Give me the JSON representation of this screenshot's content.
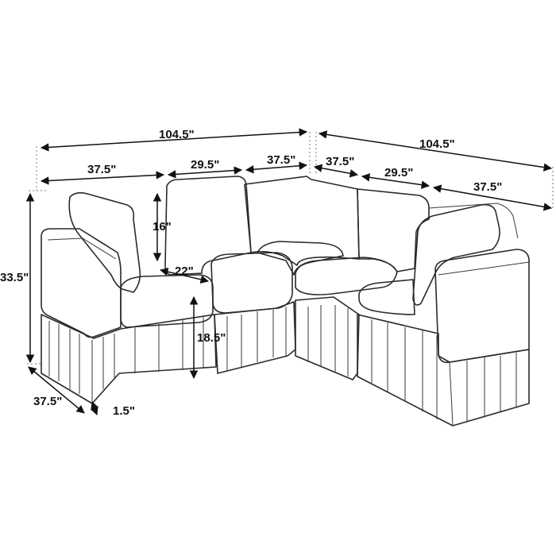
{
  "dimensions": {
    "overall_width_left": "104.5\"",
    "overall_width_right": "104.5\"",
    "module_left_1": "37.5\"",
    "module_left_2": "29.5\"",
    "module_left_3": "37.5\"",
    "module_right_1": "37.5\"",
    "module_right_2": "29.5\"",
    "module_right_3": "37.5\"",
    "back_height": "16\"",
    "seat_depth": "22\"",
    "total_height": "33.5\"",
    "seat_height": "18.5\"",
    "module_depth": "37.5\"",
    "leg_height": "1.5\""
  }
}
